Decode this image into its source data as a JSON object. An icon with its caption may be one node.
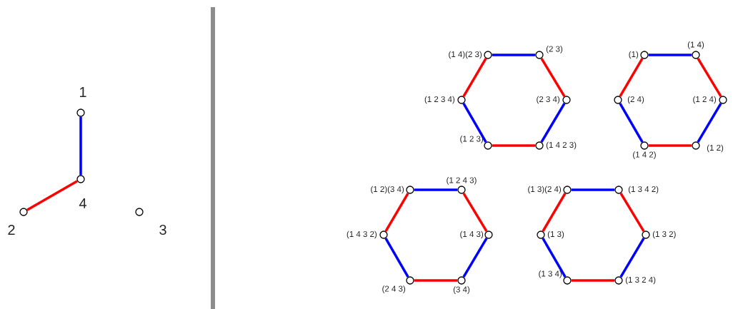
{
  "diagram": {
    "nodes": [
      {
        "text": [],
        "shape": "circle",
        "beside": [
          "1"
        ]
      },
      {
        "text": [],
        "shape": "circle",
        "beside": [
          "4"
        ]
      },
      {
        "text": [],
        "shape": "circle",
        "beside": [
          "2"
        ]
      },
      {
        "text": [],
        "shape": "circle",
        "beside": [
          "3"
        ]
      },
      {
        "text": [],
        "shape": "circle",
        "beside": [
          "(1 4)(2 3)"
        ]
      },
      {
        "text": [],
        "shape": "circle",
        "beside": [
          "(2 3)"
        ]
      },
      {
        "text": [],
        "shape": "circle",
        "beside": [
          "(2 3 4)"
        ]
      },
      {
        "text": [],
        "shape": "circle",
        "beside": [
          "(1 4 2 3)"
        ]
      },
      {
        "text": [],
        "shape": "circle",
        "beside": [
          "(1 2 3)"
        ]
      },
      {
        "text": [],
        "shape": "circle",
        "beside": [
          "(1 2 3 4)"
        ]
      },
      {
        "text": [],
        "shape": "circle",
        "beside": [
          "(1)"
        ]
      },
      {
        "text": [],
        "shape": "circle",
        "beside": [
          "(1 4)"
        ]
      },
      {
        "text": [],
        "shape": "circle",
        "beside": [
          "(1 2 4)"
        ]
      },
      {
        "text": [],
        "shape": "circle",
        "beside": [
          "(1 2)"
        ]
      },
      {
        "text": [],
        "shape": "circle",
        "beside": [
          "(1 4 2)"
        ]
      },
      {
        "text": [],
        "shape": "circle",
        "beside": [
          "(2 4)"
        ]
      },
      {
        "text": [],
        "shape": "circle",
        "beside": [
          "(1 2)(3 4)"
        ]
      },
      {
        "text": [],
        "shape": "circle",
        "beside": [
          "(1 2 4 3)"
        ]
      },
      {
        "text": [],
        "shape": "circle",
        "beside": [
          "(1 4 3)"
        ]
      },
      {
        "text": [],
        "shape": "circle",
        "beside": [
          "(3 4)"
        ]
      },
      {
        "text": [],
        "shape": "circle",
        "beside": [
          "(2 4 3)"
        ]
      },
      {
        "text": [],
        "shape": "circle",
        "beside": [
          "(1 4 3 2)"
        ]
      },
      {
        "text": [],
        "shape": "circle",
        "beside": [
          "(1 3)(2 4)"
        ]
      },
      {
        "text": [],
        "shape": "circle",
        "beside": [
          "(1 3 4 2)"
        ]
      },
      {
        "text": [],
        "shape": "circle",
        "beside": [
          "(1 3 2)"
        ]
      },
      {
        "text": [],
        "shape": "circle",
        "beside": [
          "(1 3 2 4)"
        ]
      },
      {
        "text": [],
        "shape": "circle",
        "beside": [
          "(1 3 4)"
        ]
      },
      {
        "text": [],
        "shape": "circle",
        "beside": [
          "(1 3)"
        ]
      }
    ],
    "edges": [
      {
        "from": 0,
        "to": 1,
        "arrow": "none",
        "color": "#0000ff"
      },
      {
        "from": 1,
        "to": 2,
        "arrow": "none",
        "color": "#ff0000"
      },
      {
        "from": 4,
        "to": 5,
        "arrow": "none",
        "color": "#0000ff"
      },
      {
        "from": 5,
        "to": 6,
        "arrow": "none",
        "color": "#ff0000"
      },
      {
        "from": 6,
        "to": 7,
        "arrow": "none",
        "color": "#0000ff"
      },
      {
        "from": 7,
        "to": 8,
        "arrow": "none",
        "color": "#ff0000"
      },
      {
        "from": 8,
        "to": 9,
        "arrow": "none",
        "color": "#0000ff"
      },
      {
        "from": 9,
        "to": 4,
        "arrow": "none",
        "color": "#ff0000"
      },
      {
        "from": 10,
        "to": 11,
        "arrow": "none",
        "color": "#0000ff"
      },
      {
        "from": 11,
        "to": 12,
        "arrow": "none",
        "color": "#ff0000"
      },
      {
        "from": 12,
        "to": 13,
        "arrow": "none",
        "color": "#0000ff"
      },
      {
        "from": 13,
        "to": 14,
        "arrow": "none",
        "color": "#ff0000"
      },
      {
        "from": 14,
        "to": 15,
        "arrow": "none",
        "color": "#0000ff"
      },
      {
        "from": 15,
        "to": 10,
        "arrow": "none",
        "color": "#ff0000"
      },
      {
        "from": 16,
        "to": 17,
        "arrow": "none",
        "color": "#0000ff"
      },
      {
        "from": 17,
        "to": 18,
        "arrow": "none",
        "color": "#ff0000"
      },
      {
        "from": 18,
        "to": 19,
        "arrow": "none",
        "color": "#0000ff"
      },
      {
        "from": 19,
        "to": 20,
        "arrow": "none",
        "color": "#ff0000"
      },
      {
        "from": 20,
        "to": 21,
        "arrow": "none",
        "color": "#0000ff"
      },
      {
        "from": 21,
        "to": 16,
        "arrow": "none",
        "color": "#ff0000"
      },
      {
        "from": 22,
        "to": 23,
        "arrow": "none",
        "color": "#0000ff"
      },
      {
        "from": 23,
        "to": 24,
        "arrow": "none",
        "color": "#ff0000"
      },
      {
        "from": 24,
        "to": 25,
        "arrow": "none",
        "color": "#0000ff"
      },
      {
        "from": 25,
        "to": 26,
        "arrow": "none",
        "color": "#ff0000"
      },
      {
        "from": 26,
        "to": 27,
        "arrow": "none",
        "color": "#0000ff"
      },
      {
        "from": 27,
        "to": 22,
        "arrow": "none",
        "color": "#ff0000"
      }
    ]
  }
}
